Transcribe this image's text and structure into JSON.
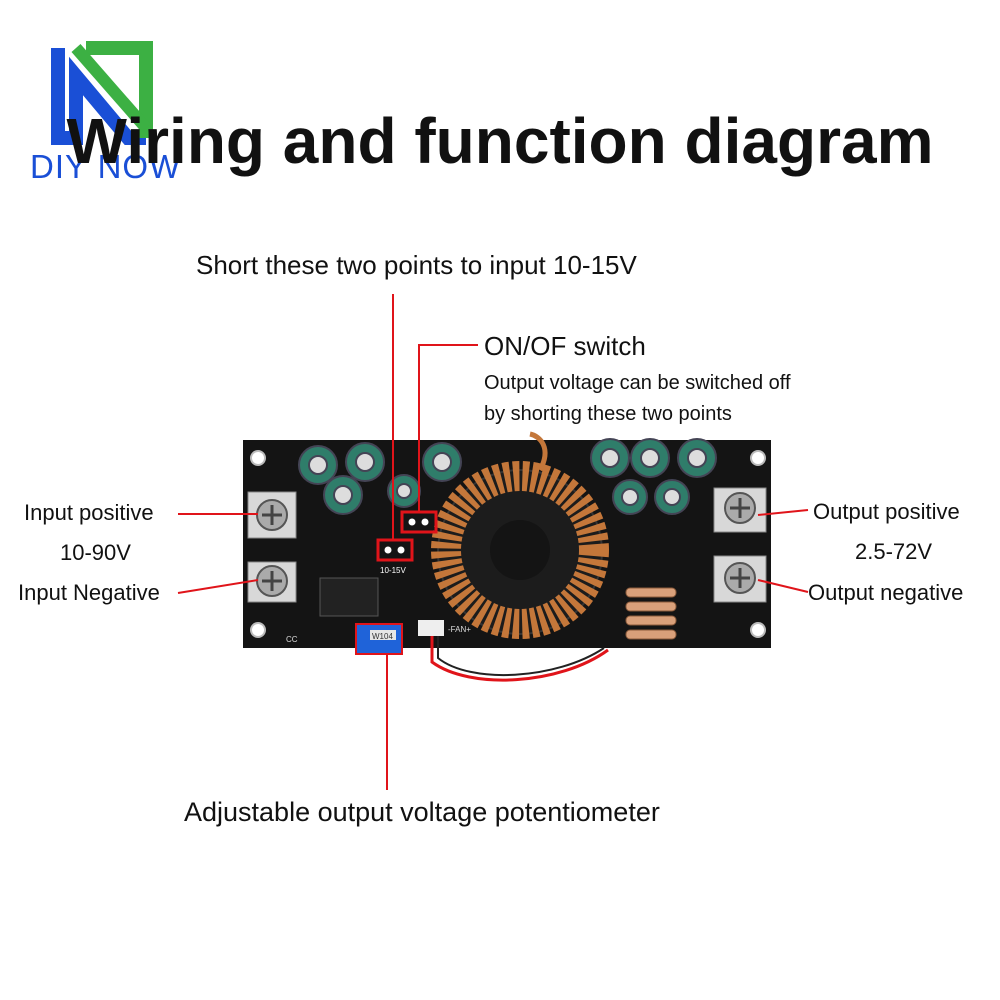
{
  "brand": {
    "logo_text": "DIY NOW"
  },
  "title": "Wiring and function diagram",
  "callouts": {
    "short_points": "Short these two points to input 10-15V",
    "onoff_title": "ON/OF switch",
    "onoff_desc_1": "Output voltage can be switched off",
    "onoff_desc_2": "by shorting these two points",
    "input_positive": "Input positive",
    "input_range": "10-90V",
    "input_negative": "Input Negative",
    "output_positive": "Output positive",
    "output_range": "2.5-72V",
    "output_negative": "Output negative",
    "potentiometer": "Adjustable output voltage potentiometer"
  },
  "board_markings": {
    "short_pad_label": "10-15V",
    "pot_label": "W104",
    "fan_label": "-FAN+",
    "cc_label": "CC"
  },
  "colors": {
    "pointer": "#e0141a",
    "board": "#141414",
    "copper": "#c4773a",
    "logo_green": "#3cb043",
    "logo_blue": "#1a4fd6"
  }
}
